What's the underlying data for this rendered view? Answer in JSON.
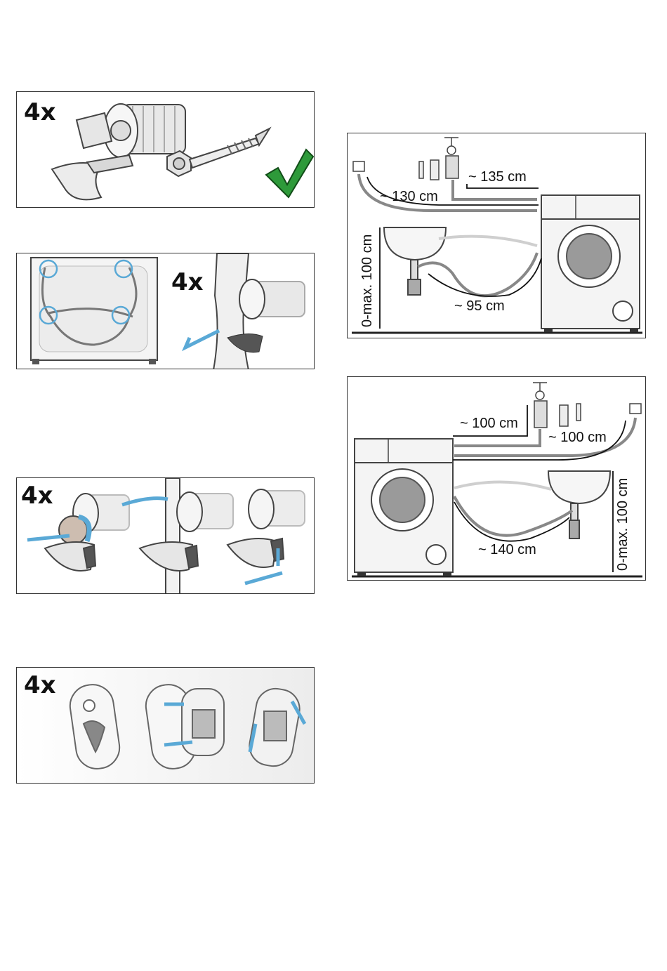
{
  "panels": {
    "parts": {
      "count": "4x"
    },
    "bolts": {
      "count": "4x"
    },
    "remove": {
      "count": "4x"
    },
    "covers": {
      "count": "4x"
    }
  },
  "diagram_right": {
    "hose_a": "~ 130 cm",
    "hose_b": "~ 135 cm",
    "drain": "~ 95 cm",
    "height": "0-max. 100 cm"
  },
  "diagram_left": {
    "hose_a": "~ 100 cm",
    "hose_b": "~ 100 cm",
    "drain": "~ 140 cm",
    "height": "0-max. 100 cm"
  },
  "colors": {
    "accent_blue": "#5aa9d6",
    "check_green": "#2e9a3a",
    "frame": "#333333"
  }
}
